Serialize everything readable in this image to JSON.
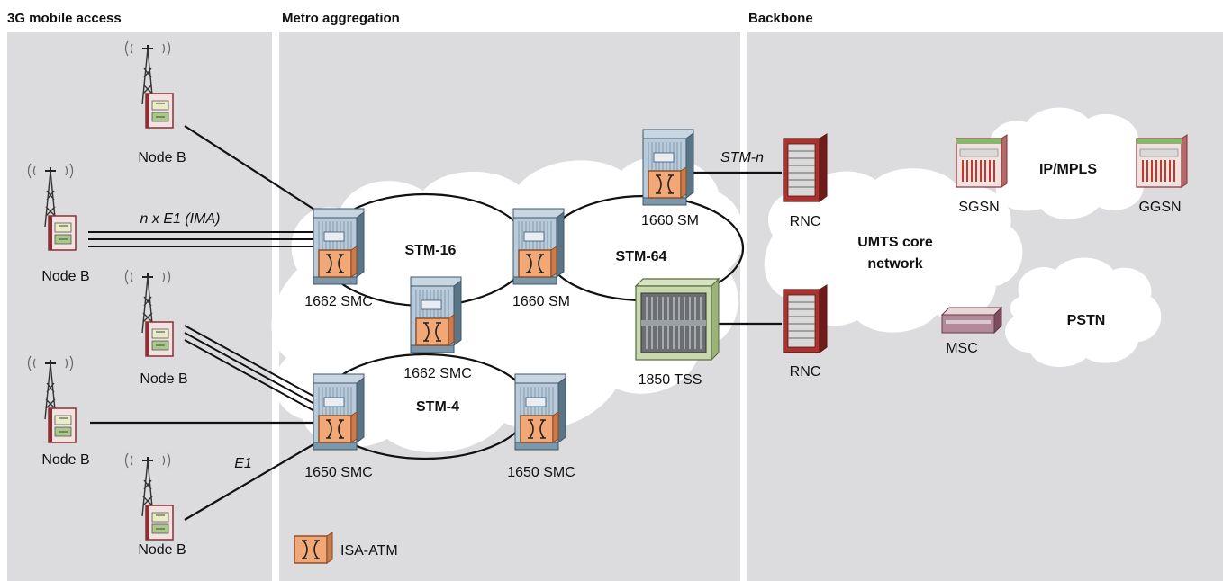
{
  "sections": {
    "access": "3G mobile access",
    "metro": "Metro aggregation",
    "backbone": "Backbone"
  },
  "node_b_label": "Node B",
  "rings": {
    "stm16": "STM-16",
    "stm64": "STM-64",
    "stm4": "STM-4"
  },
  "devices": {
    "smc1662_top": "1662 SMC",
    "smc1662_mid": "1662 SMC",
    "sm1660_ring": "1660 SM",
    "sm1660_top": "1660 SM",
    "smc1650_left": "1650 SMC",
    "smc1650_right": "1650 SMC",
    "tss1850": "1850 TSS",
    "rnc_top": "RNC",
    "rnc_bottom": "RNC",
    "sgsn": "SGSN",
    "ggsn": "GGSN",
    "msc": "MSC"
  },
  "links": {
    "nxe1": "n x E1 (IMA)",
    "e1": "E1",
    "stmn": "STM-n"
  },
  "clouds": {
    "umts_line1": "UMTS core",
    "umts_line2": "network",
    "ipmpls": "IP/MPLS",
    "pstn": "PSTN"
  },
  "legend": {
    "isa_atm": "ISA-ATM"
  },
  "colors": {
    "panel": "#dcdbde",
    "cloud": "#ffffff",
    "isa": "#f2a876",
    "rack": "#9fb9cc",
    "rnc": "#a8332f"
  }
}
